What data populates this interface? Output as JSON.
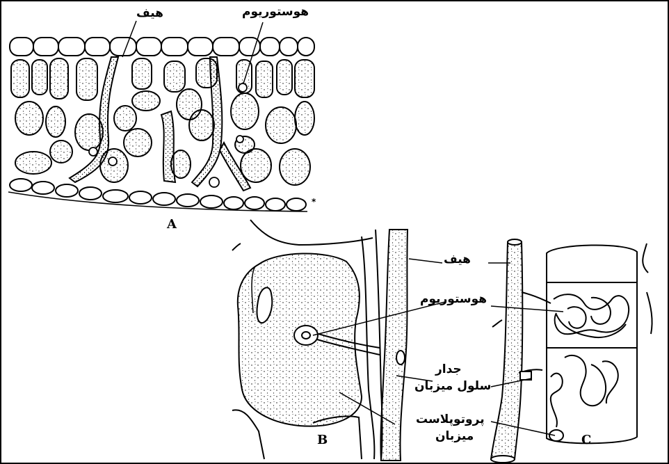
{
  "labels": {
    "hypha_a": "هیف",
    "haustorium_a": "هوستوریوم",
    "hypha_b": "هیف",
    "haustorium_b": "هوستوریوم",
    "wall_line1": "جدار",
    "wall_line2": "سلول میزبان",
    "protoplast_line1": "پروتوپلاست",
    "protoplast_line2": "میزبان"
  },
  "panels": {
    "a": "A",
    "b": "B",
    "c": "C"
  },
  "colors": {
    "ink": "#000000",
    "paper": "#ffffff"
  }
}
